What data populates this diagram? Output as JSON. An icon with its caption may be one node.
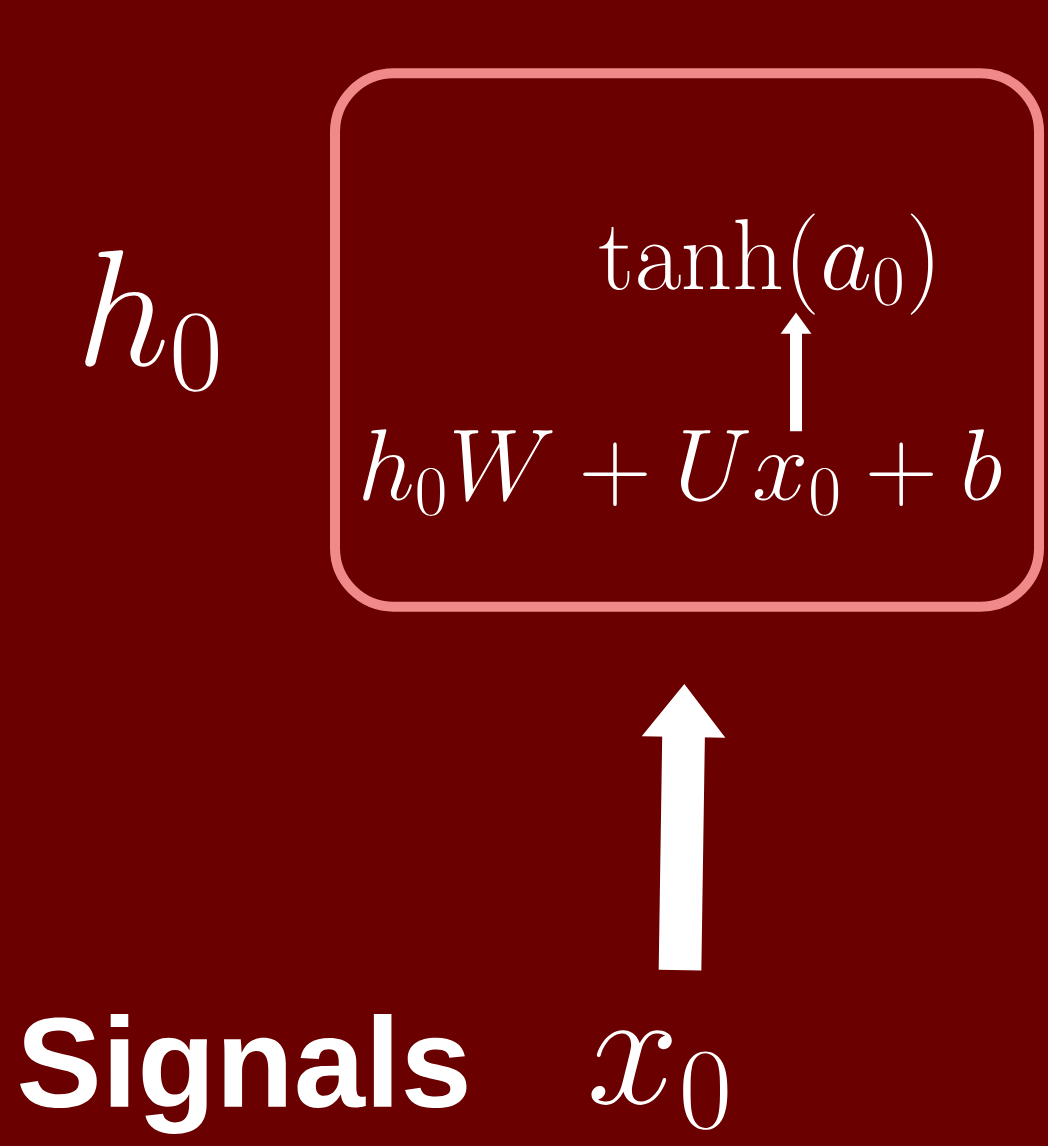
{
  "diagram": {
    "nodes": [
      {
        "text": [],
        "shape": "box"
      },
      {
        "text": [
          "\\tanh(a_0)"
        ],
        "in": 0
      },
      {
        "text": [
          "h_0W + Ux_0 + b"
        ],
        "in": 0
      },
      {
        "text": [
          "x_0"
        ]
      }
    ],
    "edges": [
      {
        "from": 2,
        "to": 1,
        "arrow": "to"
      },
      {
        "from": 3,
        "to": 0,
        "arrow": "to",
        "style": "thick"
      }
    ],
    "labels": [
      "h_0",
      "Signals"
    ]
  }
}
